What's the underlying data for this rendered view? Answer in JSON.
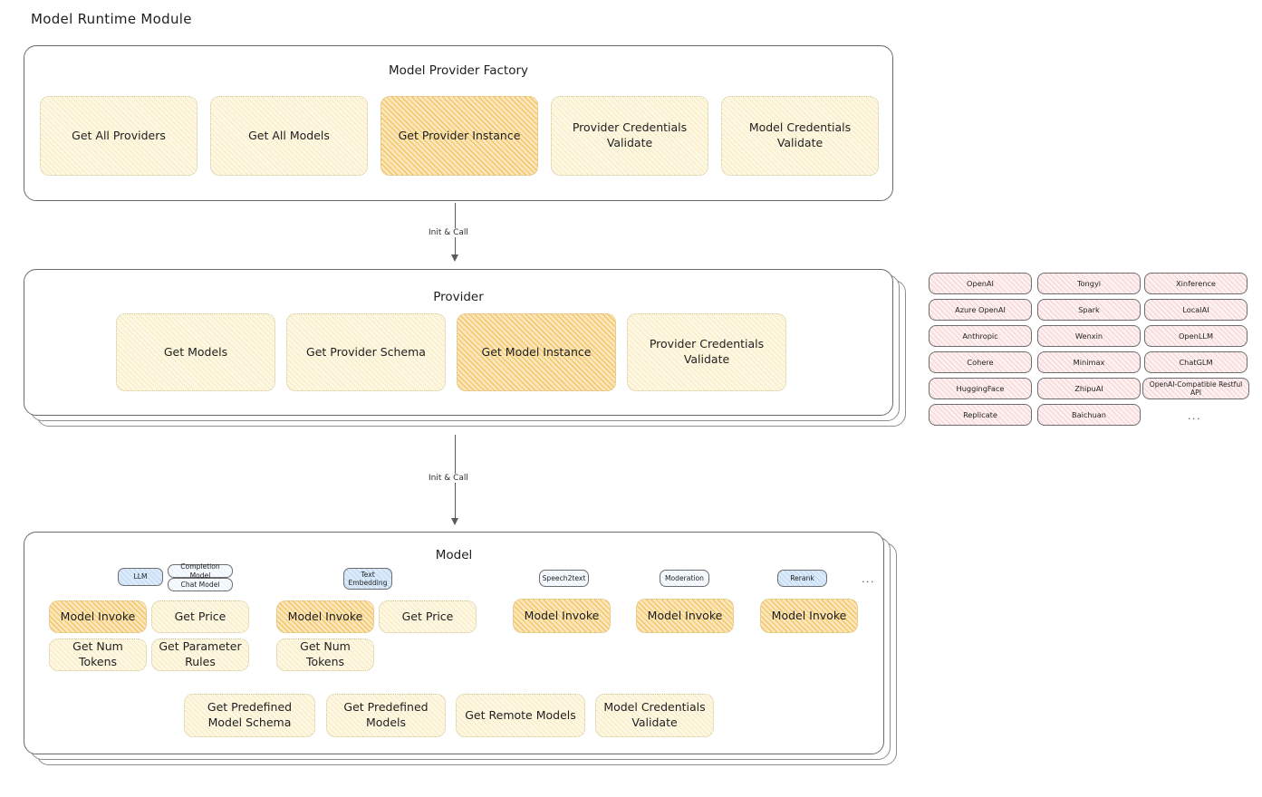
{
  "page": {
    "title": "Model Runtime Module"
  },
  "factory": {
    "title": "Model Provider Factory",
    "items": [
      {
        "label": "Get All Providers",
        "highlight": false
      },
      {
        "label": "Get All Models",
        "highlight": false
      },
      {
        "label": "Get Provider Instance",
        "highlight": true
      },
      {
        "label": "Provider Credentials Validate",
        "highlight": false
      },
      {
        "label": "Model Credentials Validate",
        "highlight": false
      }
    ]
  },
  "arrows": [
    {
      "label": "Init & Call"
    },
    {
      "label": "Init & Call"
    }
  ],
  "provider": {
    "title": "Provider",
    "items": [
      {
        "label": "Get Models",
        "highlight": false
      },
      {
        "label": "Get Provider Schema",
        "highlight": false
      },
      {
        "label": "Get Model Instance",
        "highlight": true
      },
      {
        "label": "Provider Credentials Validate",
        "highlight": false
      }
    ]
  },
  "provider_list": {
    "columns": [
      [
        "OpenAI",
        "Azure OpenAI",
        "Anthropic",
        "Cohere",
        "HuggingFace",
        "Replicate"
      ],
      [
        "Tongyi",
        "Spark",
        "Wenxin",
        "Minimax",
        "ZhipuAI",
        "Baichuan"
      ],
      [
        "Xinference",
        "LocalAI",
        "OpenLLM",
        "ChatGLM",
        "OpenAI-Compatible Restful API"
      ]
    ],
    "more": "..."
  },
  "model": {
    "title": "Model",
    "more": "...",
    "types": [
      {
        "name": "LLM",
        "style": "blue",
        "sub": [
          "Completion Model",
          "Chat Model"
        ],
        "methods": [
          {
            "label": "Model Invoke",
            "highlight": true
          },
          {
            "label": "Get Price",
            "highlight": false
          },
          {
            "label": "Get Num Tokens",
            "highlight": false
          },
          {
            "label": "Get Parameter Rules",
            "highlight": false
          }
        ]
      },
      {
        "name": "Text Embedding",
        "style": "blue",
        "sub": [],
        "methods": [
          {
            "label": "Model Invoke",
            "highlight": true
          },
          {
            "label": "Get Price",
            "highlight": false
          },
          {
            "label": "Get Num Tokens",
            "highlight": false
          }
        ]
      },
      {
        "name": "Speech2text",
        "style": "pale",
        "sub": [],
        "methods": [
          {
            "label": "Model Invoke",
            "highlight": true
          }
        ]
      },
      {
        "name": "Moderation",
        "style": "pale",
        "sub": [],
        "methods": [
          {
            "label": "Model Invoke",
            "highlight": true
          }
        ]
      },
      {
        "name": "Rerank",
        "style": "blue",
        "sub": [],
        "methods": [
          {
            "label": "Model Invoke",
            "highlight": true
          }
        ]
      }
    ],
    "shared": [
      "Get Predefined Model Schema",
      "Get Predefined Models",
      "Get Remote Models",
      "Model Credentials Validate"
    ]
  }
}
